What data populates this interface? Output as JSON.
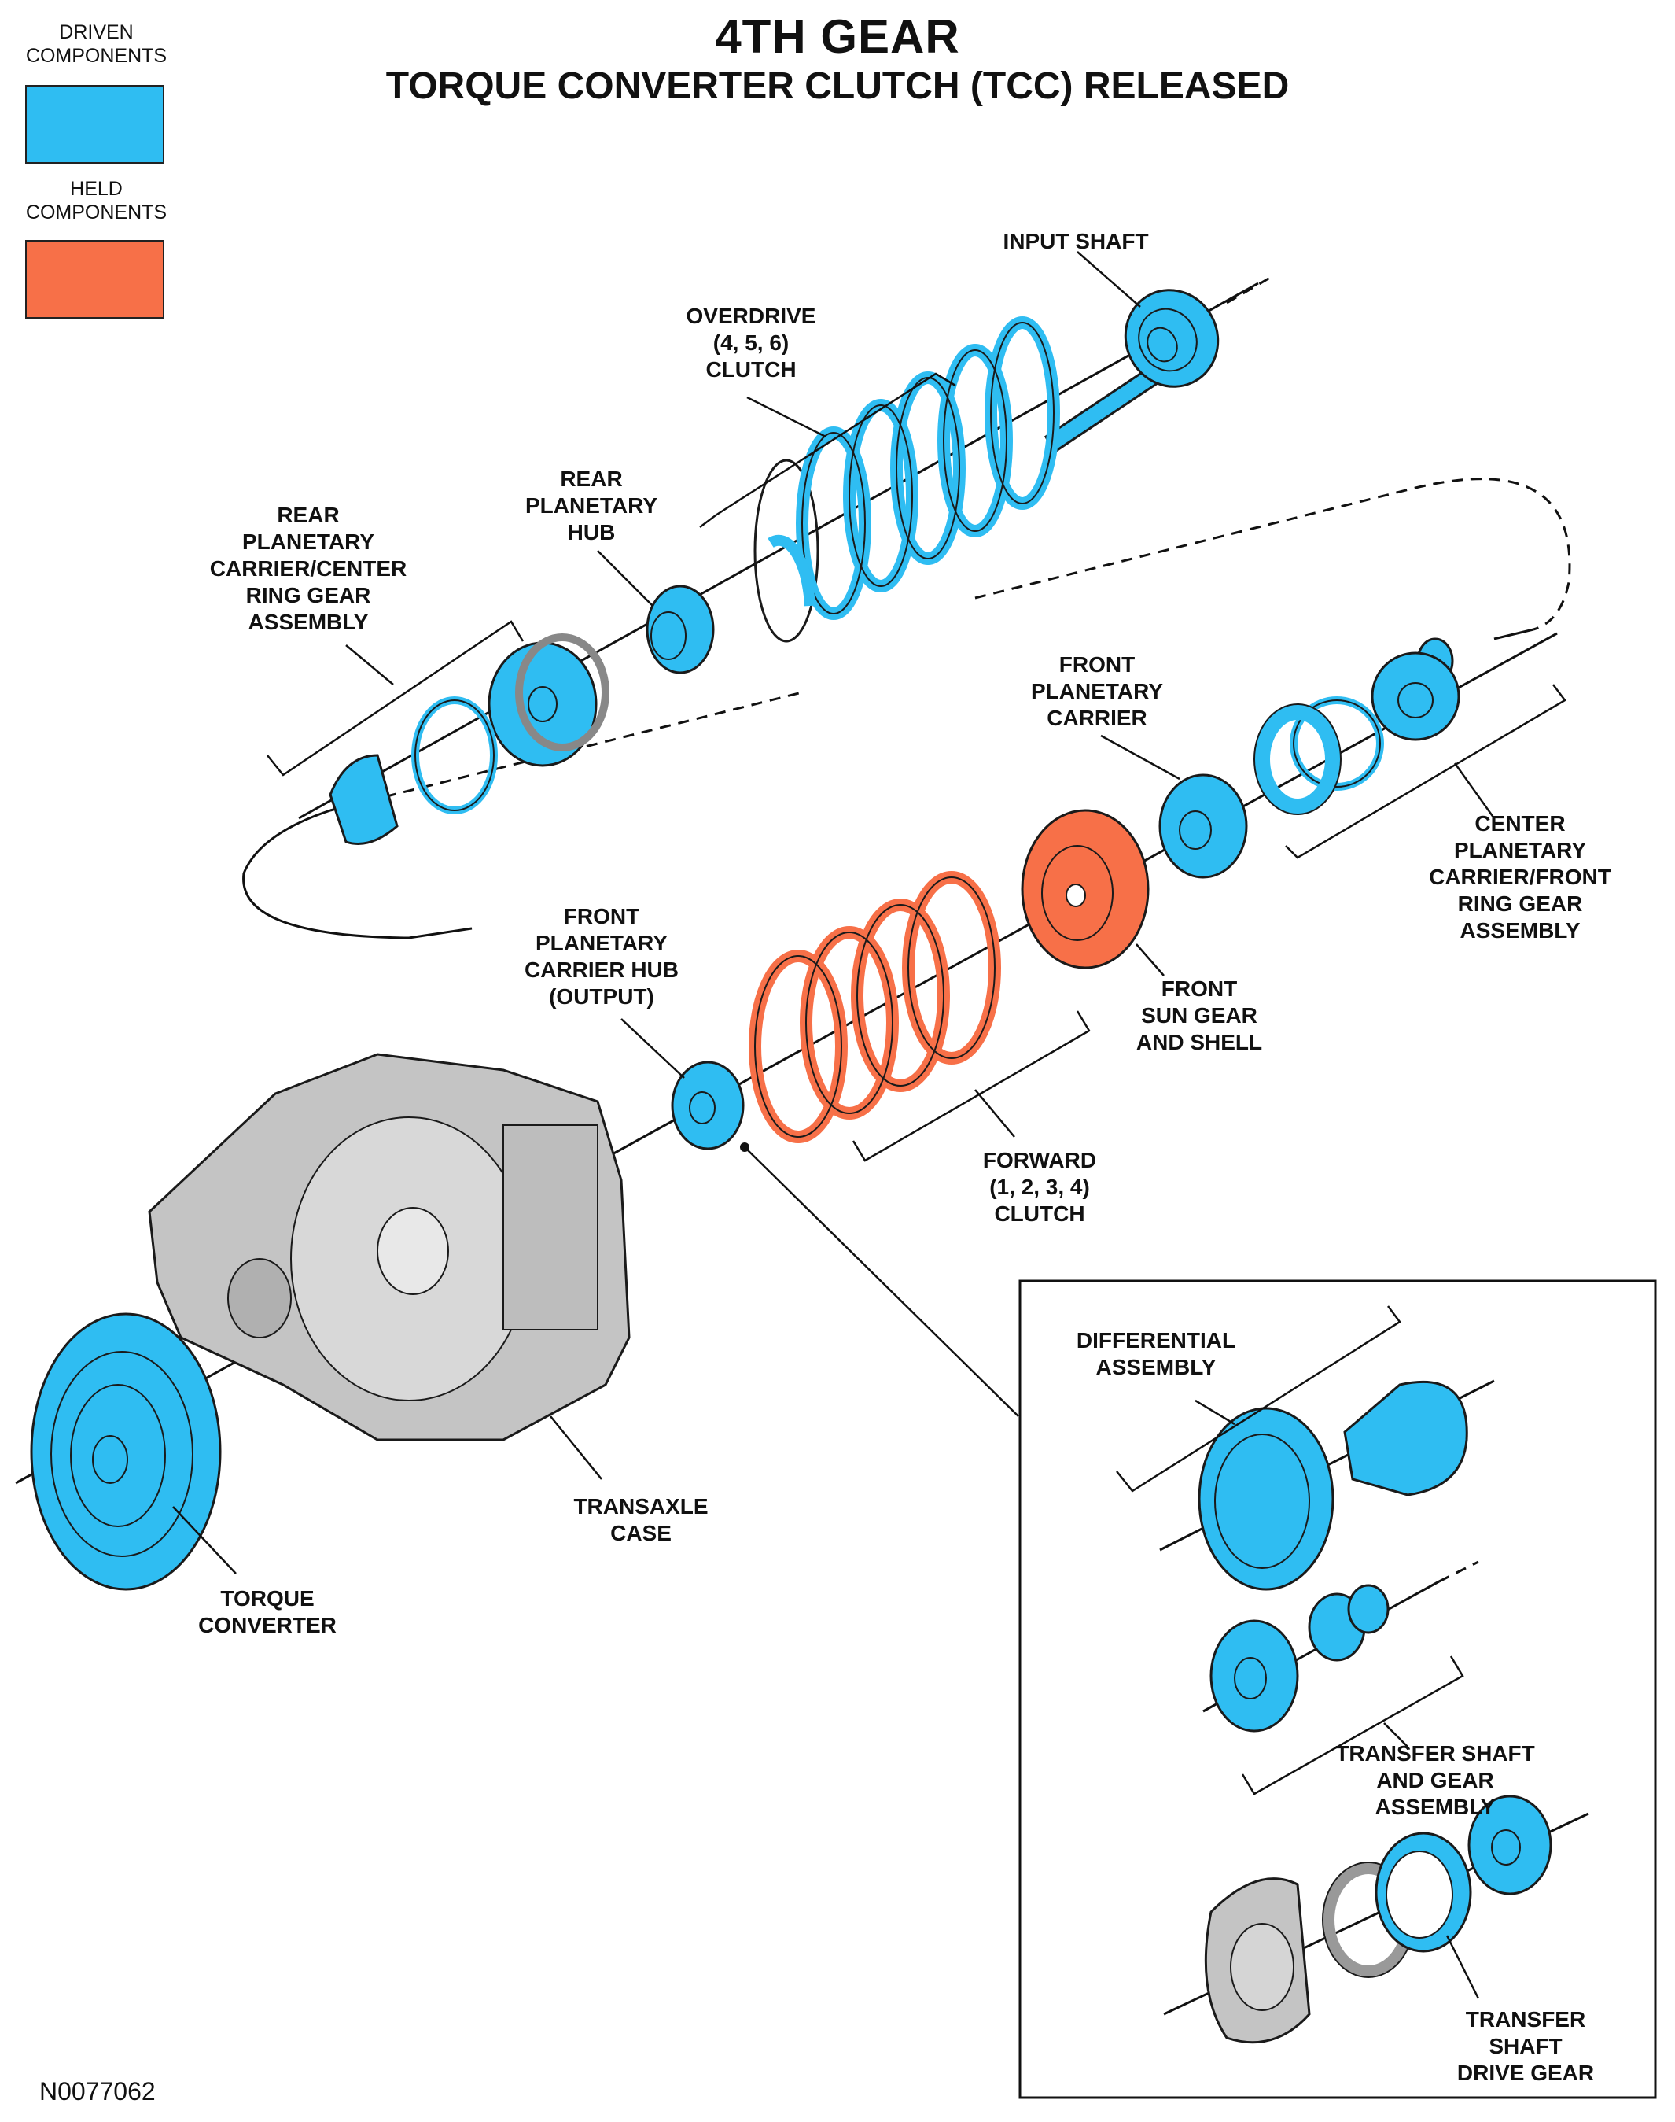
{
  "title": "4TH GEAR",
  "subtitle": "TORQUE CONVERTER CLUTCH (TCC) RELEASED",
  "legend": {
    "driven": {
      "label": "DRIVEN\nCOMPONENTS",
      "color": "#2fbdf2"
    },
    "held": {
      "label": "HELD\nCOMPONENTS",
      "color": "#f77048"
    }
  },
  "callouts": {
    "input_shaft": "INPUT SHAFT",
    "overdrive_clutch": "OVERDRIVE\n(4, 5, 6)\nCLUTCH",
    "rear_planetary_hub": "REAR\nPLANETARY\nHUB",
    "rear_planetary_carrier": "REAR\nPLANETARY\nCARRIER/CENTER\nRING GEAR\nASSEMBLY",
    "front_planetary_carrier": "FRONT\nPLANETARY\nCARRIER",
    "center_planetary_carrier": "CENTER\nPLANETARY\nCARRIER/FRONT\nRING GEAR\nASSEMBLY",
    "front_planetary_carrier_hub": "FRONT\nPLANETARY\nCARRIER HUB\n(OUTPUT)",
    "front_sun_gear": "FRONT\nSUN GEAR\nAND SHELL",
    "forward_clutch": "FORWARD\n(1, 2, 3, 4)\nCLUTCH",
    "transaxle_case": "TRANSAXLE\nCASE",
    "torque_converter": "TORQUE\nCONVERTER",
    "differential_assembly": "DIFFERENTIAL\nASSEMBLY",
    "transfer_shaft_gear": "TRANSFER SHAFT\nAND GEAR ASSEMBLY",
    "transfer_shaft_drive_gear": "TRANSFER SHAFT\nDRIVE GEAR"
  },
  "diagram_id": "N0077062"
}
